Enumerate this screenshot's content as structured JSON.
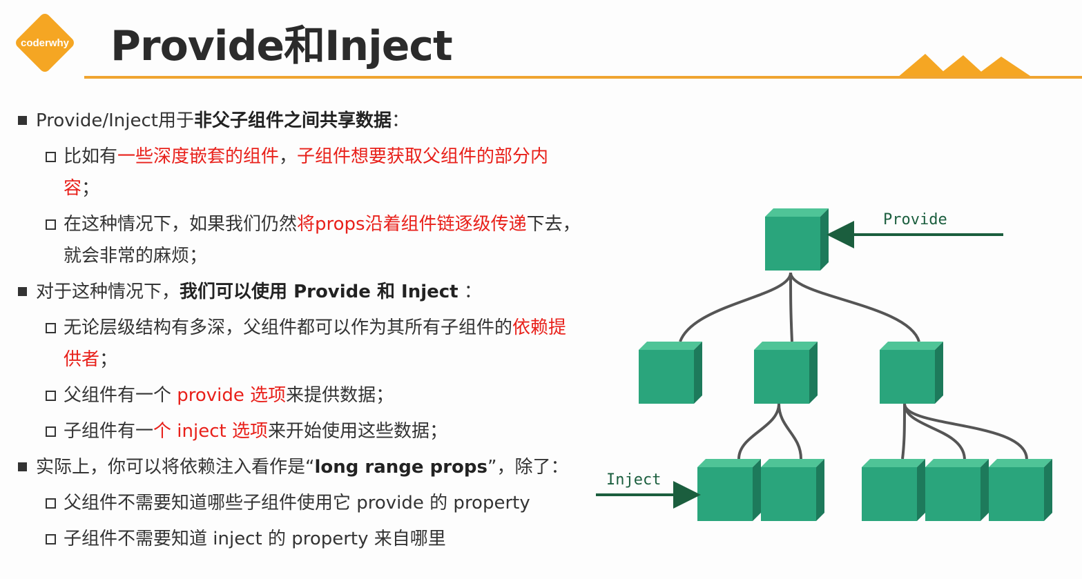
{
  "logo": {
    "text": "coderwhy"
  },
  "title": "Provide和Inject",
  "bullets": [
    {
      "segments": [
        {
          "text": "Provide/Inject用于",
          "style": "normal"
        },
        {
          "text": "非父子组件之间共享数据",
          "style": "bold"
        },
        {
          "text": "：",
          "style": "normal"
        }
      ],
      "children": [
        {
          "segments": [
            {
              "text": "比如有",
              "style": "normal"
            },
            {
              "text": "一些深度嵌套的组件",
              "style": "red"
            },
            {
              "text": "，",
              "style": "normal"
            },
            {
              "text": "子组件想要获取父组件的部分内容",
              "style": "red"
            },
            {
              "text": "；",
              "style": "normal"
            }
          ]
        },
        {
          "segments": [
            {
              "text": "在这种情况下，如果我们仍然",
              "style": "normal"
            },
            {
              "text": "将props沿着组件链逐级传递",
              "style": "red"
            },
            {
              "text": "下去，就会非常的麻烦；",
              "style": "normal"
            }
          ]
        }
      ]
    },
    {
      "segments": [
        {
          "text": "对于这种情况下，",
          "style": "normal"
        },
        {
          "text": "我们可以使用 Provide 和 Inject",
          "style": "bold"
        },
        {
          "text": " ：",
          "style": "normal"
        }
      ],
      "children": [
        {
          "segments": [
            {
              "text": "无论层级结构有多深，父组件都可以作为其所有子组件的",
              "style": "normal"
            },
            {
              "text": "依赖提供者",
              "style": "red"
            },
            {
              "text": "；",
              "style": "normal"
            }
          ]
        },
        {
          "segments": [
            {
              "text": "父组件有一个 ",
              "style": "normal"
            },
            {
              "text": "provide 选项",
              "style": "red"
            },
            {
              "text": "来提供数据；",
              "style": "normal"
            }
          ]
        },
        {
          "segments": [
            {
              "text": "子组件有一",
              "style": "normal"
            },
            {
              "text": "个 inject 选项",
              "style": "red"
            },
            {
              "text": "来开始使用这些数据；",
              "style": "normal"
            }
          ]
        }
      ]
    },
    {
      "segments": [
        {
          "text": "实际上，你可以将依赖注入看作是“",
          "style": "normal"
        },
        {
          "text": "long range props",
          "style": "bold"
        },
        {
          "text": "”，除了：",
          "style": "normal"
        }
      ],
      "children": [
        {
          "segments": [
            {
              "text": "父组件不需要知道哪些子组件使用它 provide 的 property",
              "style": "normal"
            }
          ]
        },
        {
          "segments": [
            {
              "text": "子组件不需要知道 inject 的 property 来自哪里",
              "style": "normal"
            }
          ]
        }
      ]
    }
  ],
  "diagram": {
    "provide_label": "Provide",
    "inject_label": "Inject",
    "cube_color": "#2aa57c"
  }
}
